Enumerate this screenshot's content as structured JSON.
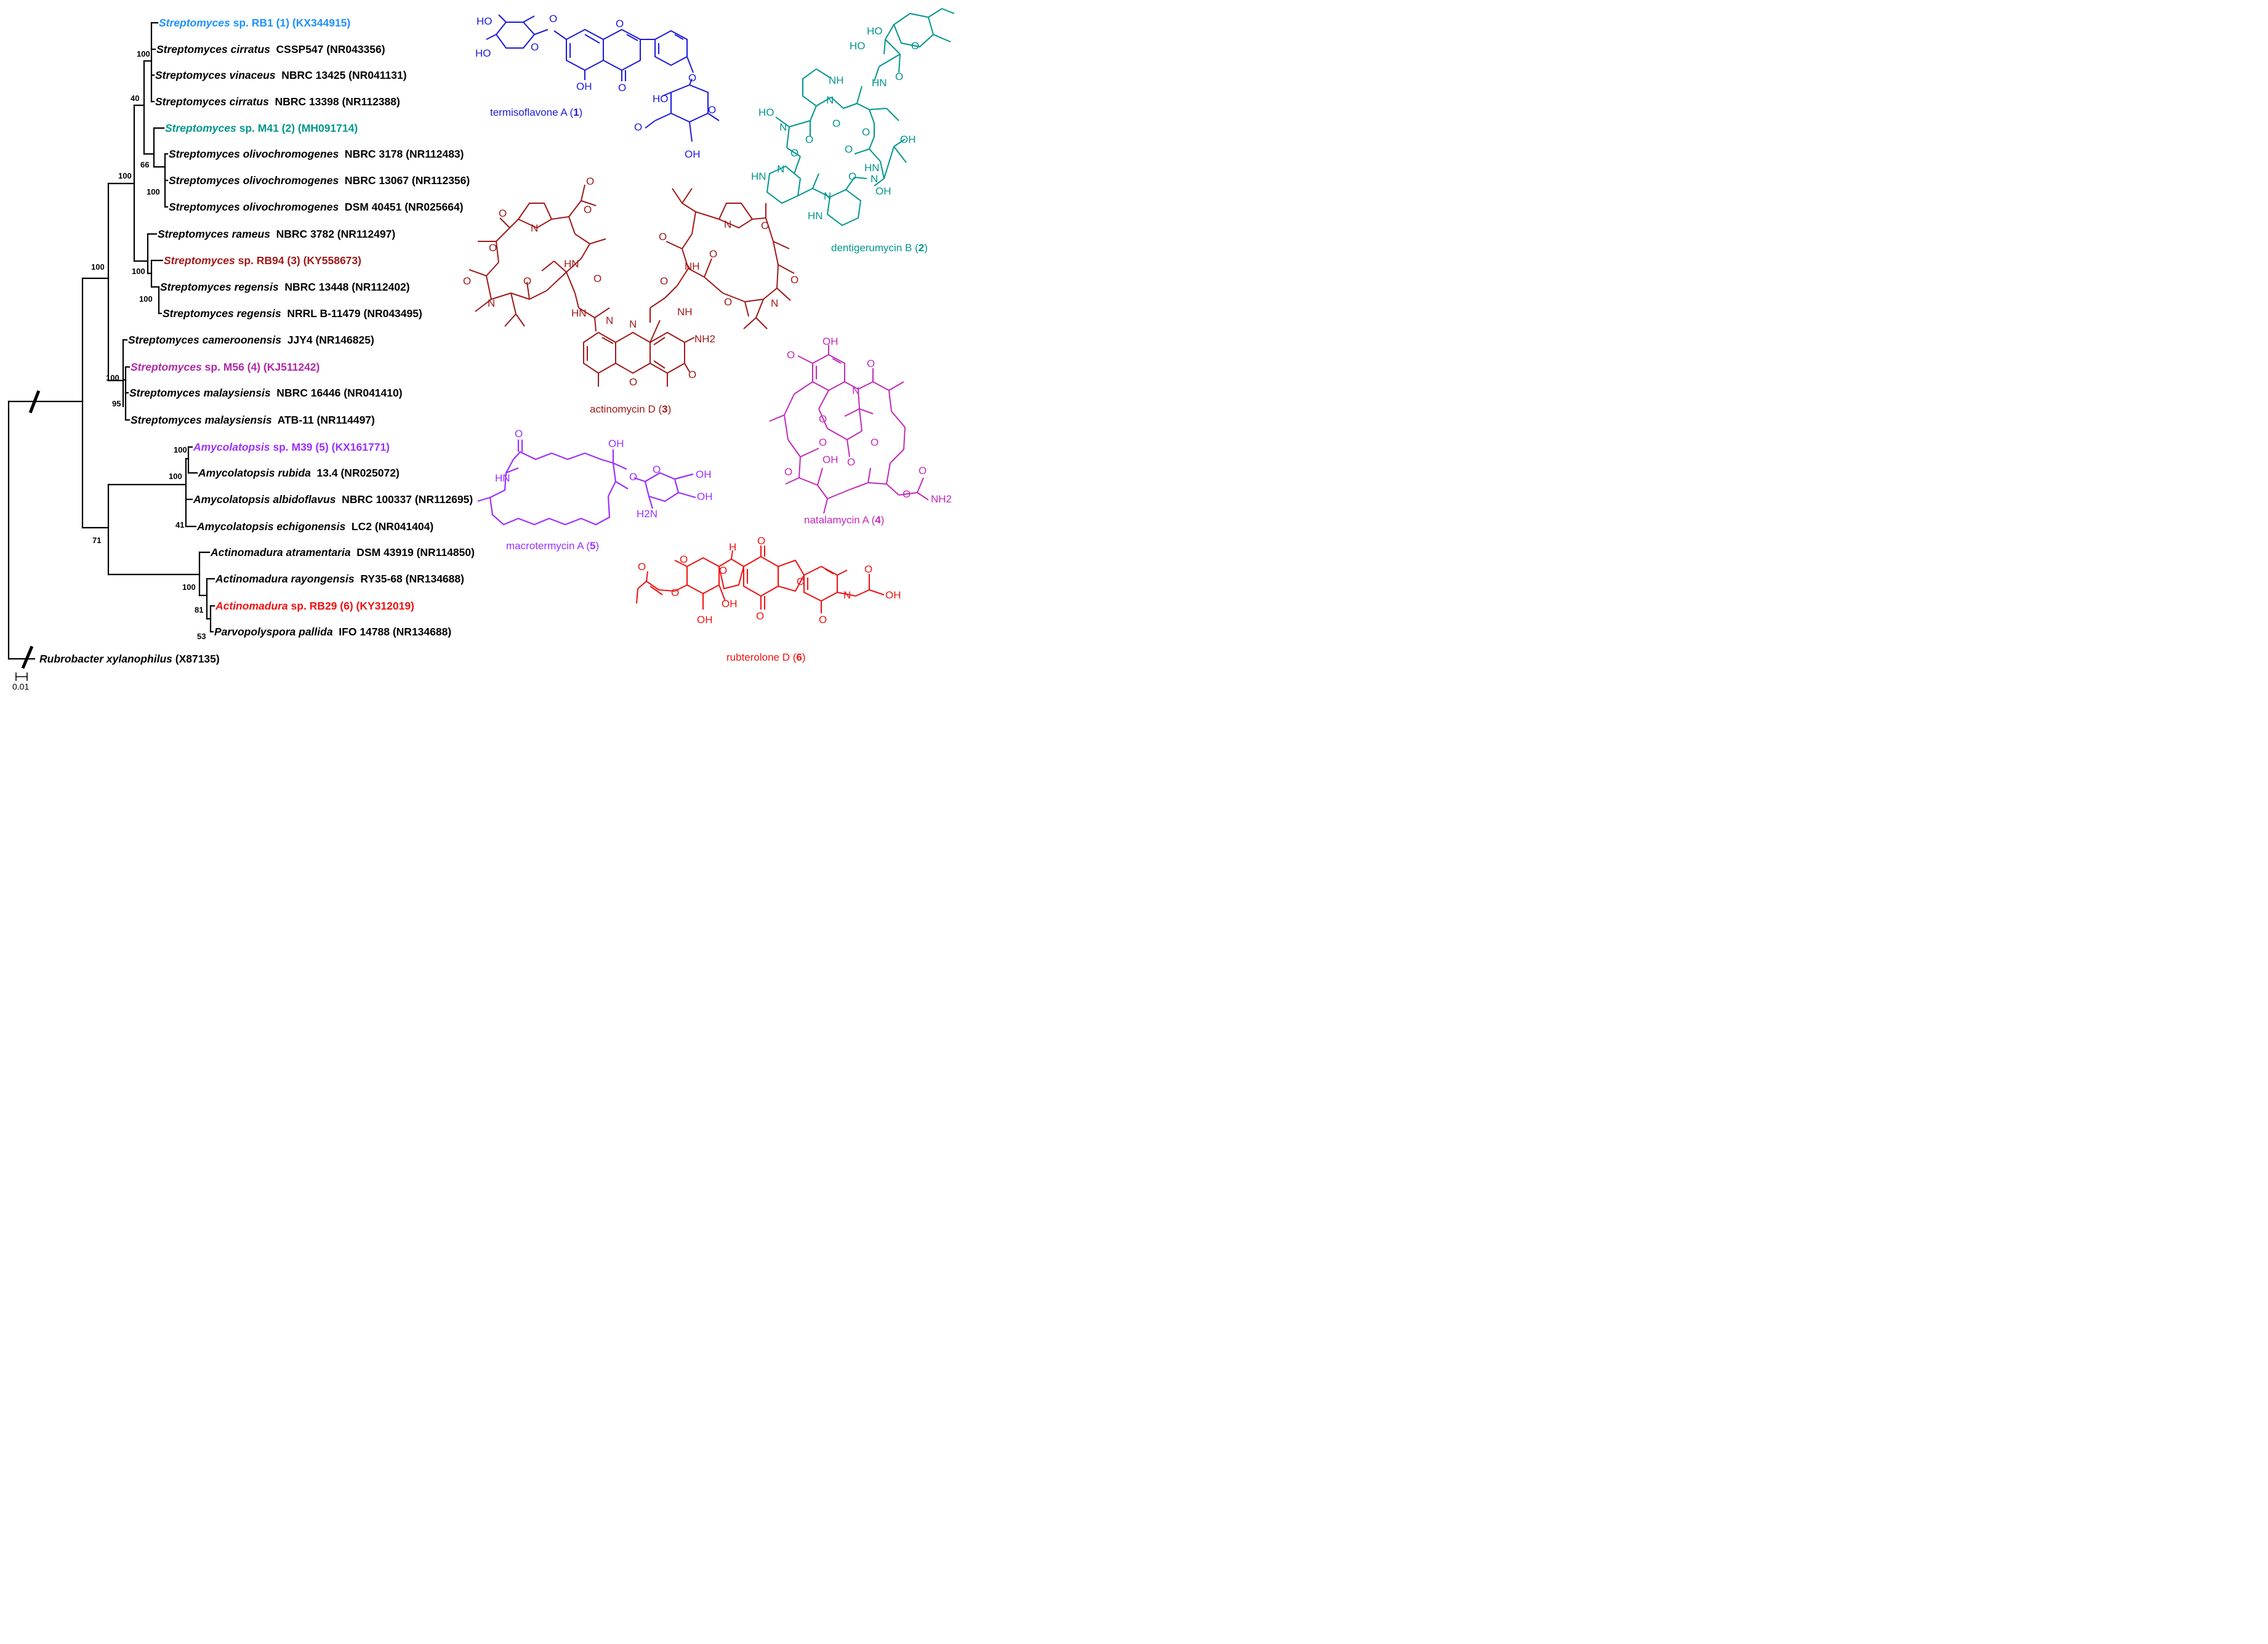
{
  "tree": {
    "taxa": [
      {
        "id": "t1",
        "genus": "Streptomyces",
        "rest": " sp. RB1 (1) (KX344915)",
        "color": "#1e90ff",
        "hl": true
      },
      {
        "id": "t2",
        "genus": "Streptomyces cirratus",
        "rest": "  CSSP547 (NR043356)",
        "color": "#000000"
      },
      {
        "id": "t3",
        "genus": "Streptomyces vinaceus",
        "rest": "  NBRC 13425 (NR041131)",
        "color": "#000000"
      },
      {
        "id": "t4",
        "genus": "Streptomyces cirratus",
        "rest": "  NBRC 13398 (NR112388)",
        "color": "#000000"
      },
      {
        "id": "t5",
        "genus": "Streptomyces",
        "rest": " sp. M41 (2) (MH091714)",
        "color": "#00968c",
        "hl": true
      },
      {
        "id": "t6",
        "genus": "Streptomyces olivochromogenes",
        "rest": "  NBRC 3178 (NR112483)",
        "color": "#000000"
      },
      {
        "id": "t7",
        "genus": "Streptomyces olivochromogenes",
        "rest": "  NBRC 13067 (NR112356)",
        "color": "#000000"
      },
      {
        "id": "t8",
        "genus": "Streptomyces olivochromogenes",
        "rest": "  DSM 40451 (NR025664)",
        "color": "#000000"
      },
      {
        "id": "t9",
        "genus": "Streptomyces rameus",
        "rest": "  NBRC 3782 (NR112497)",
        "color": "#000000"
      },
      {
        "id": "t10",
        "genus": "Streptomyces",
        "rest": " sp. RB94 (3) (KY558673)",
        "color": "#a01818",
        "hl": true
      },
      {
        "id": "t11",
        "genus": "Streptomyces regensis",
        "rest": "  NBRC 13448 (NR112402)",
        "color": "#000000"
      },
      {
        "id": "t12",
        "genus": "Streptomyces regensis",
        "rest": "  NRRL B-11479 (NR043495)",
        "color": "#000000"
      },
      {
        "id": "t13",
        "genus": "Streptomyces cameroonensis",
        "rest": "  JJY4 (NR146825)",
        "color": "#000000"
      },
      {
        "id": "t14",
        "genus": "Streptomyces",
        "rest": " sp. M56 (4) (KJ511242)",
        "color": "#b026a8",
        "hl": true
      },
      {
        "id": "t15",
        "genus": "Streptomyces malaysiensis",
        "rest": "  NBRC 16446 (NR041410)",
        "color": "#000000"
      },
      {
        "id": "t16",
        "genus": "Streptomyces malaysiensis",
        "rest": "  ATB-11 (NR114497)",
        "color": "#000000"
      },
      {
        "id": "t17",
        "genus": "Amycolatopsis",
        "rest": " sp. M39 (5) (KX161771)",
        "color": "#9b30ff",
        "hl": true
      },
      {
        "id": "t18",
        "genus": "Amycolatopsis rubida",
        "rest": "  13.4 (NR025072)",
        "color": "#000000"
      },
      {
        "id": "t19",
        "genus": "Amycolatopsis albidoflavus",
        "rest": "  NBRC 100337 (NR112695)",
        "color": "#000000"
      },
      {
        "id": "t20",
        "genus": "Amycolatopsis echigonensis",
        "rest": "  LC2 (NR041404)",
        "color": "#000000"
      },
      {
        "id": "t21",
        "genus": "Actinomadura atramentaria",
        "rest": "  DSM 43919 (NR114850)",
        "color": "#000000"
      },
      {
        "id": "t22",
        "genus": "Actinomadura rayongensis",
        "rest": "  RY35-68 (NR134688)",
        "color": "#000000"
      },
      {
        "id": "t23",
        "genus": "Actinomadura",
        "rest": " sp. RB29 (6) (KY312019)",
        "color": "#ee1111",
        "hl": true
      },
      {
        "id": "t24",
        "genus": "Parvopolyspora pallida",
        "rest": "  IFO 14788 (NR134688)",
        "color": "#000000"
      },
      {
        "id": "t25",
        "genus": "Rubrobacter xylanophilus",
        "rest": " (X87135)",
        "color": "#000000"
      }
    ],
    "bootstrap": [
      "100",
      "40",
      "66",
      "100",
      "100",
      "100",
      "100",
      "100",
      "100",
      "95",
      "100",
      "100",
      "71",
      "41",
      "100",
      "81",
      "53"
    ],
    "scale_label": "0.01"
  },
  "compounds": [
    {
      "name": "termisoflavone A (",
      "num": "1",
      "color": "#1a1adc"
    },
    {
      "name": "dentigerumycin B (",
      "num": "2",
      "color": "#00968c"
    },
    {
      "name": "actinomycin D (",
      "num": "3",
      "color": "#a01818"
    },
    {
      "name": "natalamycin A (",
      "num": "4",
      "color": "#c22ab8"
    },
    {
      "name": "macrotermycin A (",
      "num": "5",
      "color": "#9b30ff"
    },
    {
      "name": "rubterolone D (",
      "num": "6",
      "color": "#ee1111"
    }
  ],
  "atom_labels": {
    "termisoflavone": [
      "HO",
      "HO",
      "O",
      "O",
      "O",
      "OH",
      "O",
      "O",
      "HO",
      "O",
      "O",
      "OH"
    ],
    "dentigerumycin": [
      "HO",
      "HO",
      "O",
      "NH",
      "N",
      "O",
      "HN",
      "O",
      "HO",
      "N",
      "O",
      "O",
      "O",
      "OH",
      "HN",
      "N",
      "O",
      "N",
      "O",
      "OH",
      "N",
      "HN"
    ],
    "actinomycin": [
      "O",
      "N",
      "O",
      "N",
      "O",
      "O",
      "HN",
      "HN",
      "O",
      "N",
      "O",
      "NH",
      "O",
      "NH",
      "O",
      "N",
      "O",
      "O",
      "O",
      "N",
      "O",
      "NH",
      "N",
      "NH2",
      "O",
      "O"
    ],
    "macrotermycin": [
      "O",
      "OH",
      "HN",
      "O",
      "O",
      "OH",
      "OH",
      "H2N"
    ],
    "natalamycin": [
      "OH",
      "O",
      "O",
      "N",
      "O",
      "O",
      "O",
      "O",
      "O",
      "OH",
      "O",
      "O",
      "NH2"
    ],
    "rubterolone": [
      "H",
      "O",
      "O",
      "O",
      "O",
      "O",
      "O",
      "OH",
      "OH",
      "O",
      "O",
      "N",
      "O",
      "OH"
    ]
  }
}
